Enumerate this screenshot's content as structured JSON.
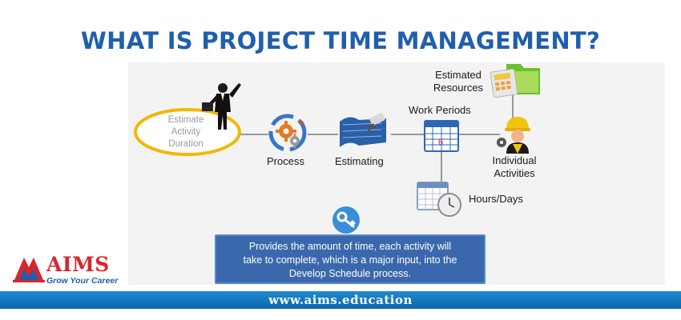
{
  "title": "WHAT IS PROJECT TIME MANAGEMENT?",
  "diagram": {
    "estimate_activity_duration": [
      "Estimate",
      "Activity",
      "Duration"
    ],
    "process_label": "Process",
    "estimating_label": "Estimating",
    "work_periods_label": "Work Periods",
    "estimated_resources_label": [
      "Estimated",
      "Resources"
    ],
    "individual_activities_label": [
      "Individual",
      "Activities"
    ],
    "hours_days_label": "Hours/Days"
  },
  "info_box": {
    "lines": [
      "Provides the amount of time, each activity will",
      "take to complete, which is a major input, into the",
      "Develop Schedule process."
    ]
  },
  "logo": {
    "name": "AIMS",
    "tagline": "Grow Your Career"
  },
  "footer": {
    "url": "www.aims.education"
  },
  "colors": {
    "title": "#1f5fae",
    "accent_ring": "#f2b705",
    "info_box": "#3b68ad",
    "footer_bar": "#0b66ad",
    "logo_red": "#d7262d"
  }
}
